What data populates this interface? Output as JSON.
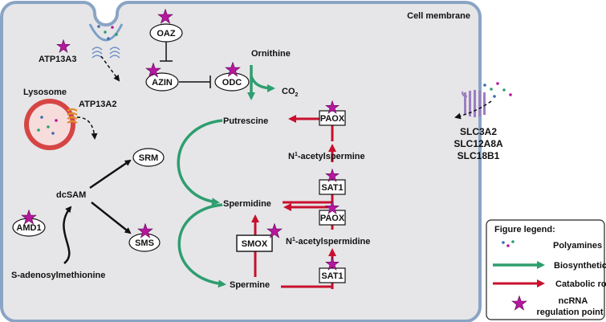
{
  "colors": {
    "cell_fill": "#e6e6e8",
    "membrane": "#8aa4c4",
    "biosynthetic": "#2e9e6e",
    "catabolic": "#c8102e",
    "star": "#b5179e",
    "lysosome_fill": "#f3c9c9",
    "lysosome_ring": "#d64545",
    "transporter": "#9b7fc0",
    "atp13a2": "#e09030"
  },
  "labels": {
    "cell_membrane": "Cell membrane",
    "lysosome": "Lysosome",
    "atp13a3": "ATP13A3",
    "atp13a2": "ATP13A2",
    "oaz": "OAZ",
    "azin": "AZIN",
    "odc": "ODC",
    "ornithine": "Ornithine",
    "co2_main": "CO",
    "co2_sub": "2",
    "putrescine": "Putrescine",
    "spermidine": "Spermidine",
    "spermine": "Spermine",
    "srm": "SRM",
    "sms": "SMS",
    "dcsam": "dcSAM",
    "amd1": "AMD1",
    "s_adenosylmethionine": "S-adenosylmethionine",
    "paox_1": "PAOX",
    "paox_2": "PAOX",
    "sat1_1": "SAT1",
    "sat1_2": "SAT1",
    "smox": "SMOX",
    "n1_acetylspermine_prefix": "N",
    "n1_acetylspermine_sup": "1",
    "n1_acetylspermine_suffix": "-acetylspermine",
    "n1_acetylspermidine_prefix": "N",
    "n1_acetylspermidine_sup": "1",
    "n1_acetylspermidine_suffix": "-acetylspermidine",
    "slc3a2": "SLC3A2",
    "slc12a8a": "SLC12A8A",
    "slc18b1": "SLC18B1"
  },
  "legend": {
    "title": "Figure legend:",
    "items": [
      {
        "label": "Polyamines",
        "icon": "polyamine-dots"
      },
      {
        "label": "Biosynthetic route",
        "icon": "green-arrow"
      },
      {
        "label": "Catabolic route",
        "icon": "red-arrow"
      },
      {
        "label": "ncRNA",
        "label2": "regulation point",
        "icon": "magenta-star"
      }
    ]
  }
}
